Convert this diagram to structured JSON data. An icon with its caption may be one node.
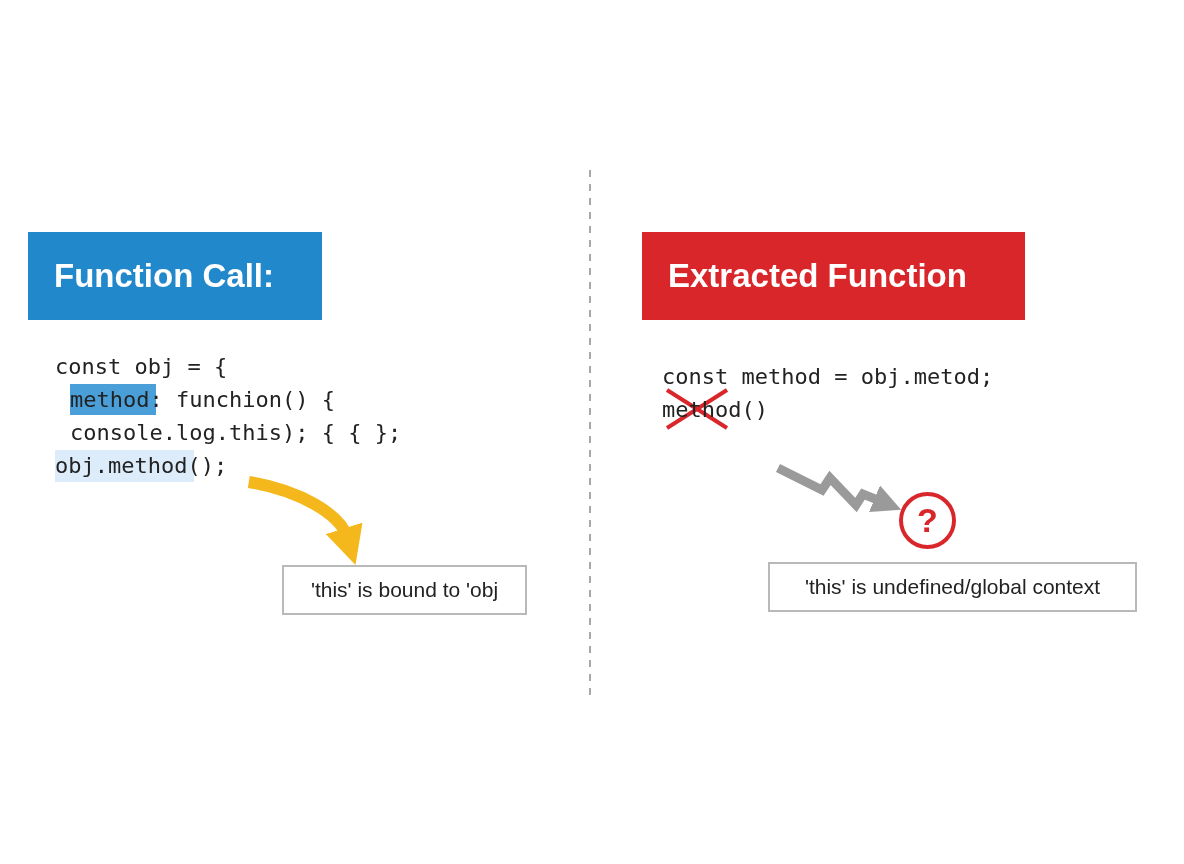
{
  "diagram": {
    "nodes": [
      {
        "text": [
          "Function Call:"
        ]
      },
      {
        "text": [
          "const obj = {",
          "method: funchion() {",
          "console.log.this); { { };",
          "obj.method();"
        ]
      },
      {
        "text": [
          "'this' is bound to 'obj"
        ]
      },
      {
        "text": [
          "Extracted Function"
        ]
      },
      {
        "text": [
          "const method = obj.metod;",
          "method()"
        ]
      },
      {
        "text": [
          "?"
        ]
      },
      {
        "text": [
          "'this' is undefined/global context"
        ]
      }
    ],
    "edges": [
      {
        "from": 1,
        "to": 2,
        "arrow": "to",
        "color": "#f5b81c"
      },
      {
        "from": null,
        "to": 5,
        "arrow": "to",
        "color": "#9a9a9a"
      }
    ]
  }
}
